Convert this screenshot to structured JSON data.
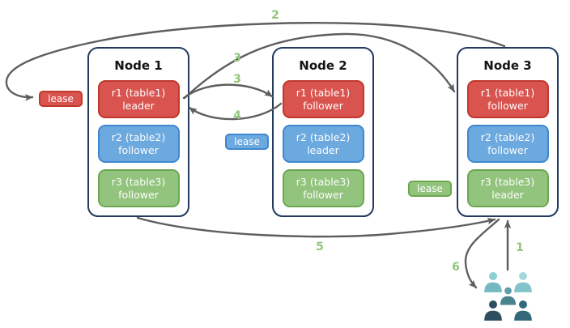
{
  "nodes": [
    {
      "title": "Node 1",
      "replicas": [
        {
          "range": "r1 (table1)",
          "role": "leader",
          "color": "red"
        },
        {
          "range": "r2 (table2)",
          "role": "follower",
          "color": "blue"
        },
        {
          "range": "r3 (table3)",
          "role": "follower",
          "color": "green"
        }
      ]
    },
    {
      "title": "Node 2",
      "replicas": [
        {
          "range": "r1 (table1)",
          "role": "follower",
          "color": "red"
        },
        {
          "range": "r2 (table2)",
          "role": "leader",
          "color": "blue"
        },
        {
          "range": "r3 (table3)",
          "role": "follower",
          "color": "green"
        }
      ]
    },
    {
      "title": "Node 3",
      "replicas": [
        {
          "range": "r1 (table1)",
          "role": "follower",
          "color": "red"
        },
        {
          "range": "r2 (table2)",
          "role": "follower",
          "color": "blue"
        },
        {
          "range": "r3 (table3)",
          "role": "leader",
          "color": "green"
        }
      ]
    }
  ],
  "leases": [
    {
      "label": "lease",
      "color": "red"
    },
    {
      "label": "lease",
      "color": "blue"
    },
    {
      "label": "lease",
      "color": "green"
    }
  ],
  "steps": {
    "s1": "1",
    "s2": "2",
    "s3a": "3",
    "s3b": "3",
    "s4": "4",
    "s5": "5",
    "s6": "6"
  },
  "icons": {
    "users": "users-group-icon"
  },
  "palette": {
    "red": "#d9534f",
    "red_dark": "#c0392b",
    "blue": "#6ca9df",
    "blue_dark": "#3f87d0",
    "green": "#93c47d",
    "green_dark": "#6aa84f",
    "navy": "#24395e",
    "arrow": "#5e5e5e",
    "step": "#93c47d",
    "person_tl": "#74b9c0",
    "person_tl_head": "#8ecfd4",
    "person_tr": "#82c4ca",
    "person_tr_head": "#a5d8dc",
    "person_mid": "#4a828e",
    "person_mid_head": "#5f9da8",
    "person_bl": "#2d4e60",
    "person_br": "#33687b"
  }
}
